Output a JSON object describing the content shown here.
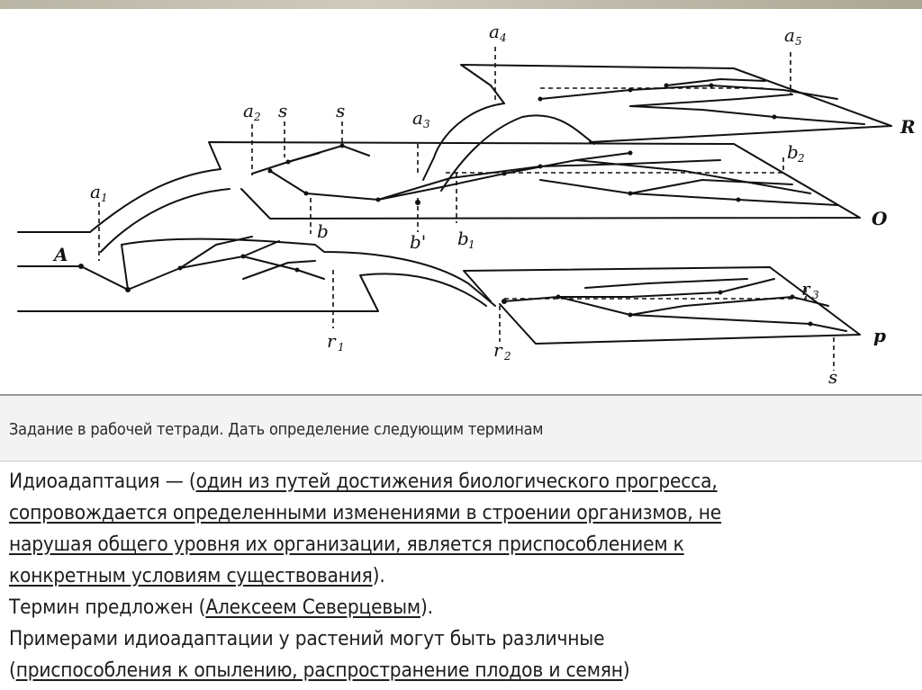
{
  "diagram": {
    "labels": {
      "A": "A",
      "a1": "a",
      "a1_sub": "1",
      "a2": "a",
      "a2_sub": "2",
      "s1": "s",
      "s2": "s",
      "a3": "a",
      "a3_sub": "3",
      "a4": "a",
      "a4_sub": "4",
      "a5": "a",
      "a5_sub": "5",
      "R": "R",
      "b2": "b",
      "b2_sub": "2",
      "O": "O",
      "b": "b",
      "b_prime": "b'",
      "b1": "b",
      "b1_sub": "1",
      "r1": "r",
      "r1_sub": "1",
      "r2": "r",
      "r2_sub": "2",
      "r3": "r",
      "r3_sub": "3",
      "P": "p",
      "s3": "s"
    }
  },
  "task": {
    "text": "Задание в рабочей тетради. Дать определение следующим терминам"
  },
  "definition": {
    "line1_plain": "Идиоадаптация — (",
    "line1_underlined": "один из путей достижения биологического прогресса,",
    "line2_underlined": "сопровождается определенными изменениями в строении организмов, не",
    "line3_underlined": "нарушая общего уровня их организации, является приспособлением к",
    "line4_underlined": "конкретным условиям существования",
    "line4_plain": ").",
    "line5_plain_start": "Термин предложен (",
    "line5_underlined": "Алексеем Северцевым",
    "line5_plain_end": ").",
    "line6_plain": "Примерами идиоадаптации у растений могут быть различные",
    "line7_plain_start": "(",
    "line7_underlined": "приспособления к опылению, распространение плодов и семян",
    "line7_plain_end": ")"
  }
}
